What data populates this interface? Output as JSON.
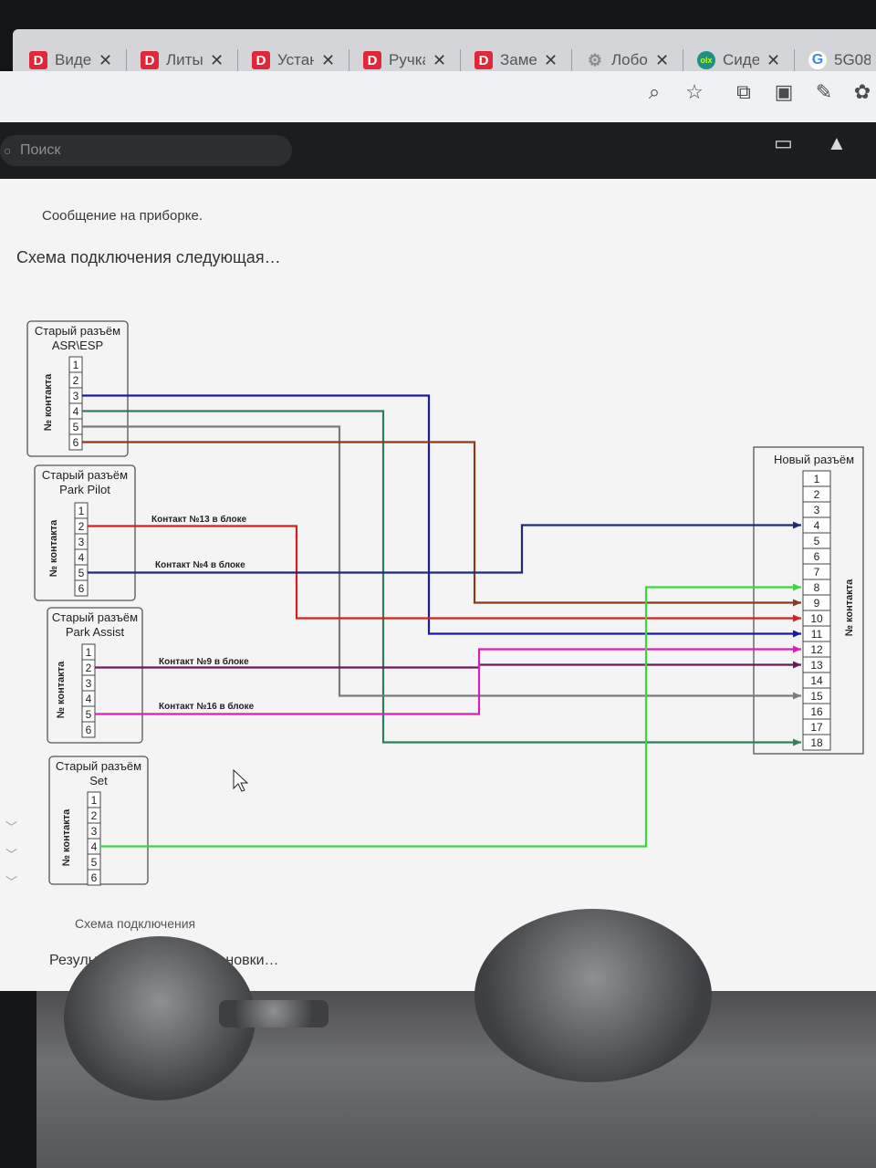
{
  "tabs": [
    {
      "icon": "d-logo-icon",
      "fav": "D",
      "title": "Виде"
    },
    {
      "icon": "d-logo-icon",
      "fav": "D",
      "title": "Литы"
    },
    {
      "icon": "d-logo-icon",
      "fav": "D",
      "title": "Устан"
    },
    {
      "icon": "d-logo-icon",
      "fav": "D",
      "title": "Ручка"
    },
    {
      "icon": "d-logo-icon",
      "fav": "D",
      "title": "Заме"
    },
    {
      "icon": "gear-icon",
      "fav": "⚙",
      "title": "Лобо"
    },
    {
      "icon": "olx-logo-icon",
      "fav": "olx",
      "title": "Сиде"
    },
    {
      "icon": "google-logo-icon",
      "fav": "G",
      "title": "5G08"
    }
  ],
  "tab_close": "✕",
  "search": {
    "placeholder": "Поиск"
  },
  "post": {
    "message": "Сообщение на приборке.",
    "intro": "Схема подключения следующая…",
    "caption": "Схема подключения",
    "result": "Результат до и после установки…"
  },
  "diagram": {
    "contact_label": "№ контакта",
    "sources": [
      {
        "id": "asr",
        "title": [
          "Старый разъём",
          "ASR\\ESP"
        ],
        "pins": [
          "1",
          "2",
          "3",
          "4",
          "5",
          "6"
        ]
      },
      {
        "id": "pilot",
        "title": [
          "Старый разъём",
          "Park Pilot"
        ],
        "pins": [
          "1",
          "2",
          "3",
          "4",
          "5",
          "6"
        ]
      },
      {
        "id": "assist",
        "title": [
          "Старый разъём",
          "Park Assist"
        ],
        "pins": [
          "1",
          "2",
          "3",
          "4",
          "5",
          "6"
        ]
      },
      {
        "id": "set",
        "title": [
          "Старый разъём",
          "Set"
        ],
        "pins": [
          "1",
          "2",
          "3",
          "4",
          "5",
          "6"
        ]
      }
    ],
    "target": {
      "title": "Новый разъём",
      "pins": [
        "1",
        "2",
        "3",
        "4",
        "5",
        "6",
        "7",
        "8",
        "9",
        "10",
        "11",
        "12",
        "13",
        "14",
        "15",
        "16",
        "17",
        "18"
      ]
    },
    "wire_labels": [
      "Контакт №13 в блоке",
      "Контакт №4 в блоке",
      "Контакт №9 в блоке",
      "Контакт №16 в блоке"
    ],
    "wires": [
      {
        "from": "asr",
        "pin": "3",
        "to": "11",
        "color": "#1a1aa8"
      },
      {
        "from": "asr",
        "pin": "4",
        "to": "18",
        "color": "#2e7d5b"
      },
      {
        "from": "asr",
        "pin": "5",
        "to": "15",
        "color": "#7a7a7a"
      },
      {
        "from": "asr",
        "pin": "6",
        "to": "9",
        "color": "#8b3a1a"
      },
      {
        "from": "pilot",
        "pin": "2",
        "to": "10",
        "color": "#d42020"
      },
      {
        "from": "pilot",
        "pin": "5",
        "to": "4",
        "color": "#1c2a78"
      },
      {
        "from": "assist",
        "pin": "2",
        "to": "13",
        "color": "#6a1a5a"
      },
      {
        "from": "assist",
        "pin": "5",
        "to": "12",
        "color": "#d81fb8"
      },
      {
        "from": "set",
        "pin": "4",
        "to": "8",
        "color": "#3ad83a"
      }
    ]
  }
}
